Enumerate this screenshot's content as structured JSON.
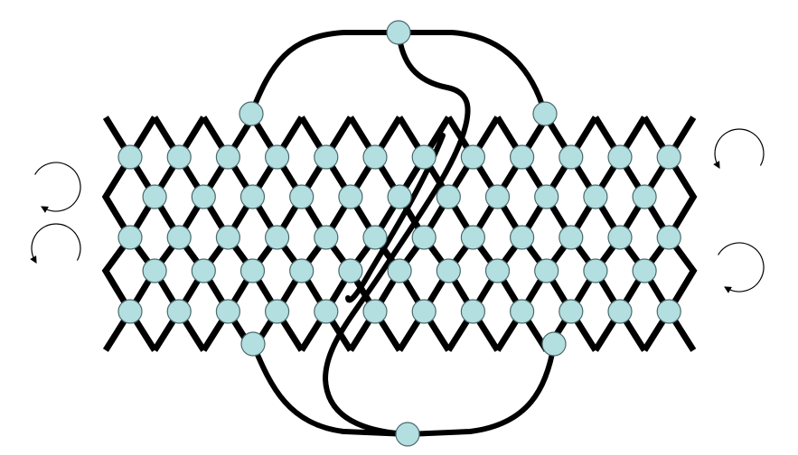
{
  "diagram": {
    "kind": "lattice-with-bridging-loops",
    "background_color": "#ffffff",
    "line_color": "#000000",
    "node_fill": "#b4dfe1",
    "node_stroke": "#4a6a6c",
    "lattice": {
      "even_row_nodes": 12,
      "odd_row_nodes": 11,
      "rows": 5
    },
    "rotation_icons": [
      {
        "side": "left",
        "direction": "clockwise"
      },
      {
        "side": "left",
        "direction": "counterclockwise"
      },
      {
        "side": "right",
        "direction": "counterclockwise"
      },
      {
        "side": "right",
        "direction": "clockwise"
      }
    ]
  }
}
